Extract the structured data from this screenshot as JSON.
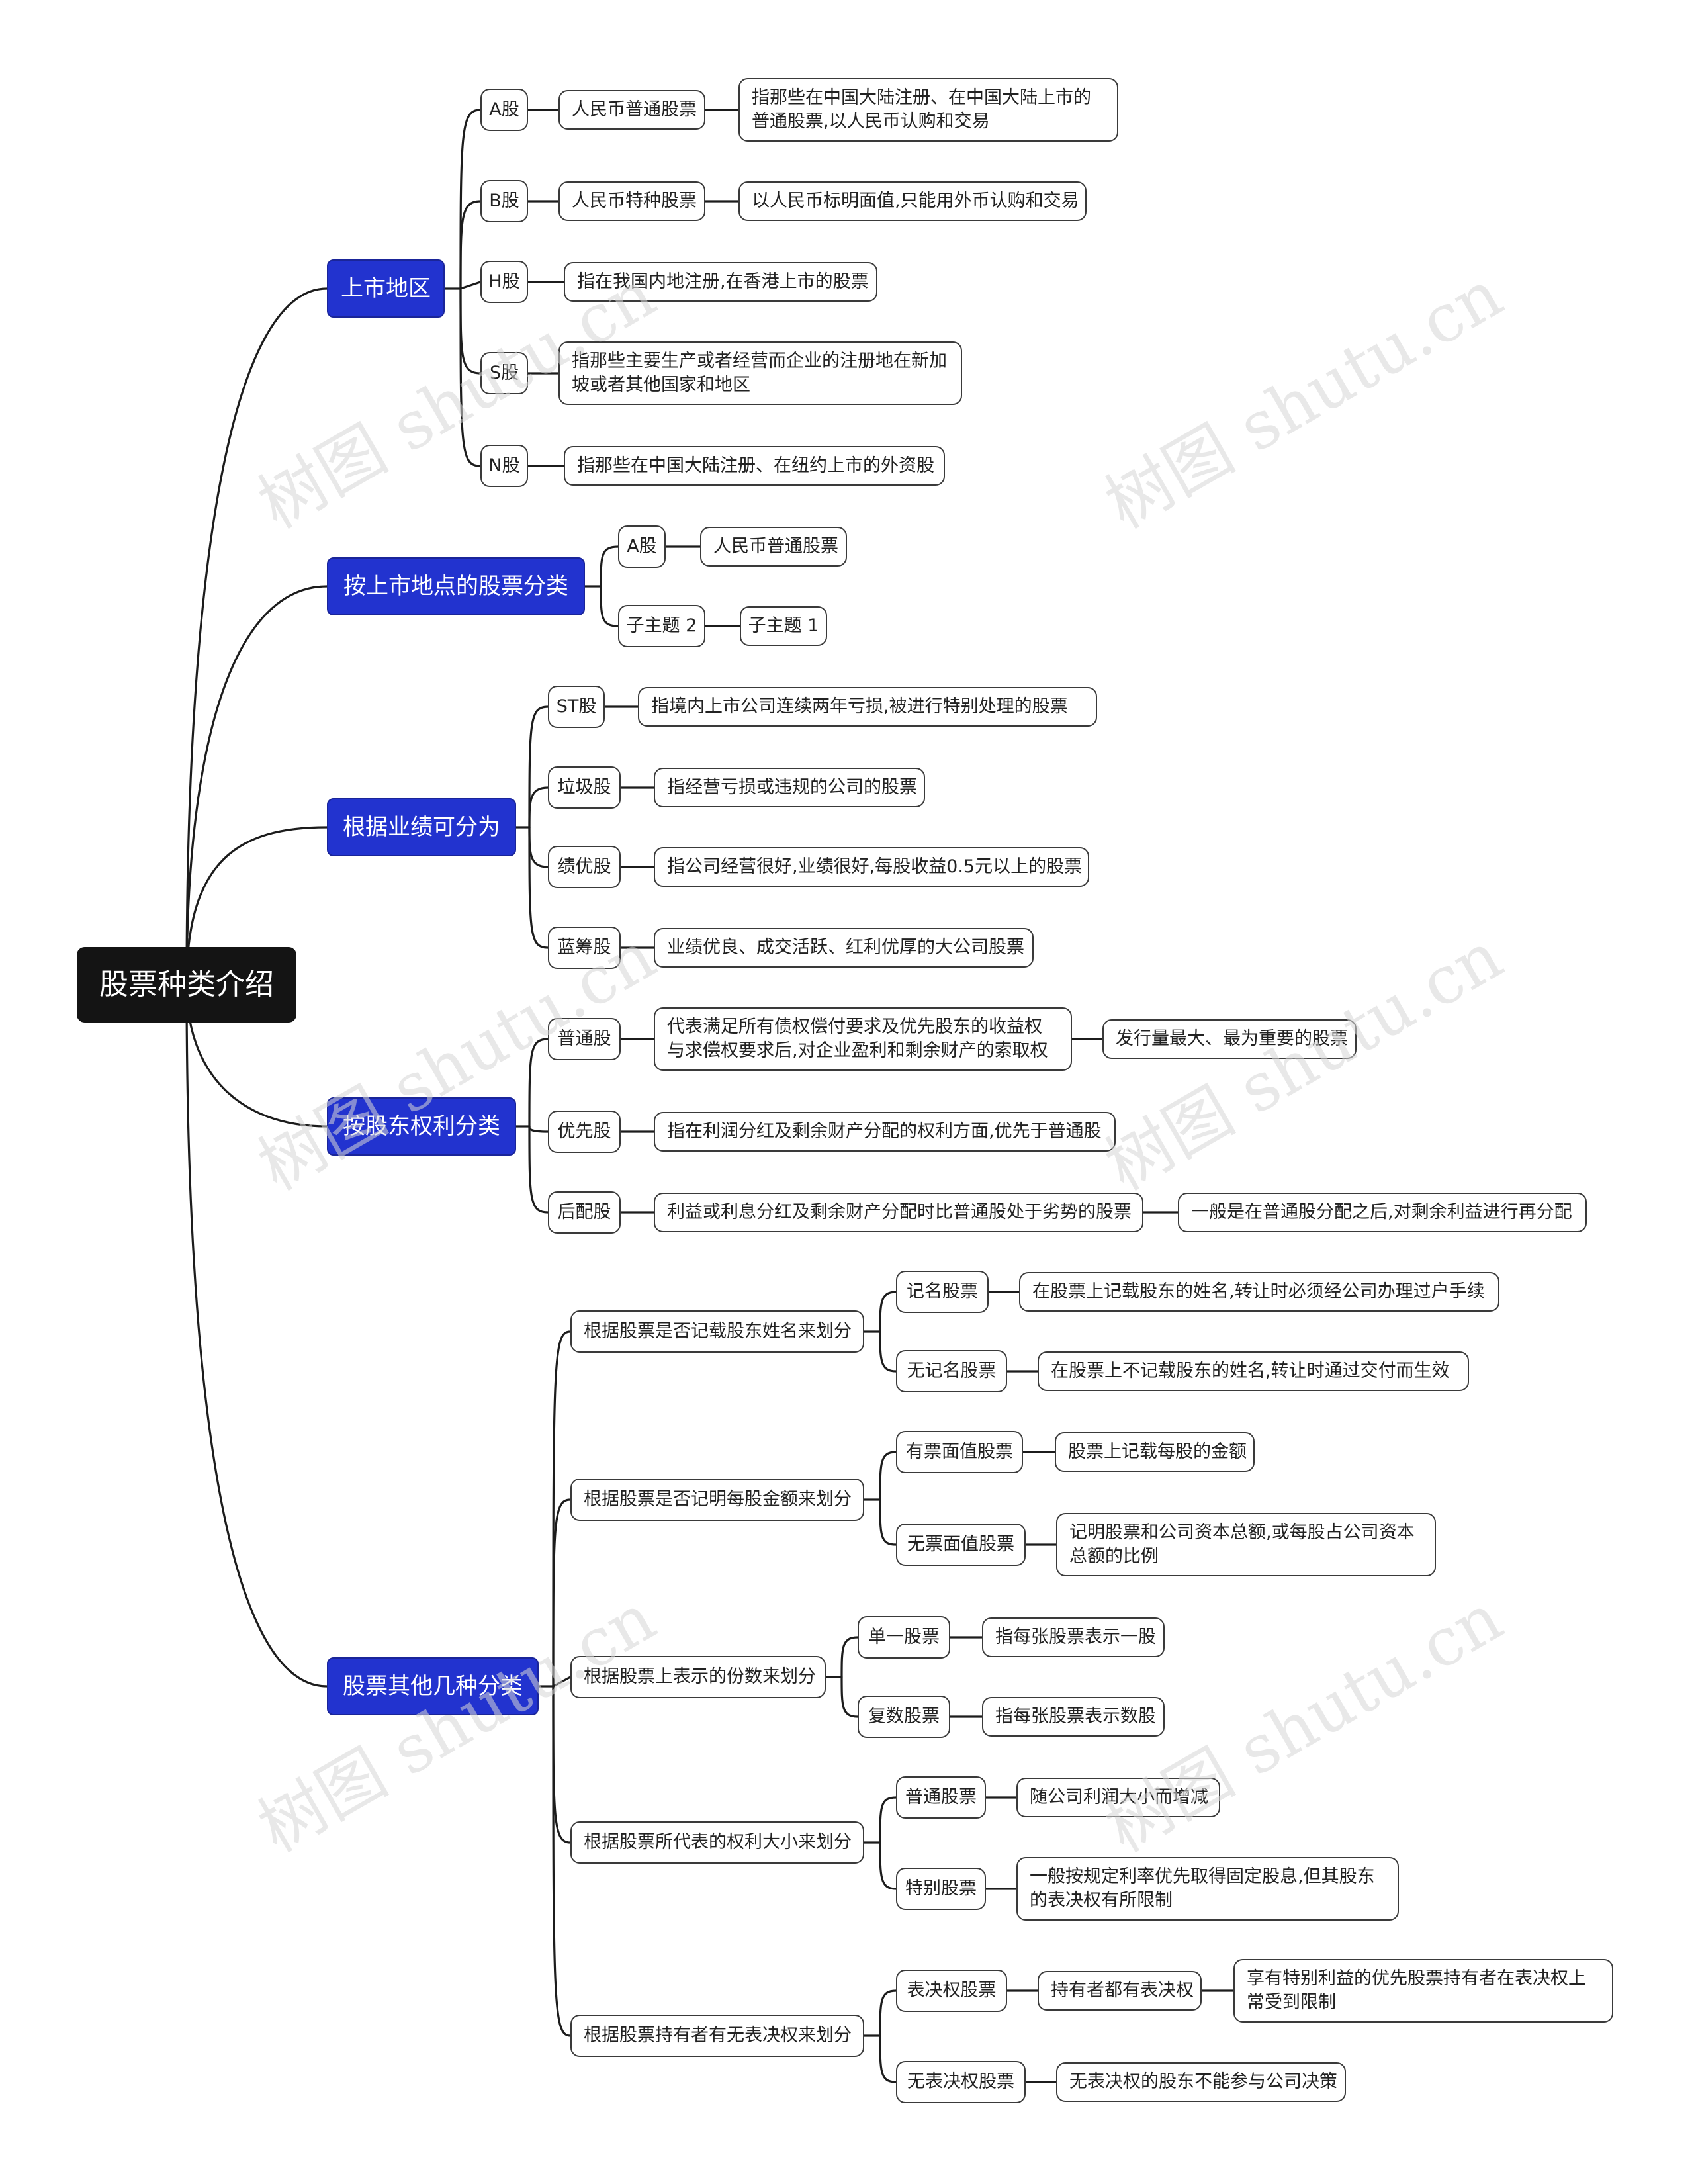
{
  "root": "股票种类介绍",
  "watermark": "树图 shutu.cn",
  "b1": {
    "label": "上市地区",
    "a": {
      "label": "A股",
      "sub": "人民币普通股票",
      "desc": "指那些在中国大陆注册、在中国大陆上市的普通股票,以人民币认购和交易"
    },
    "b": {
      "label": "B股",
      "sub": "人民币特种股票",
      "desc": "以人民币标明面值,只能用外币认购和交易"
    },
    "h": {
      "label": "H股",
      "desc": "指在我国内地注册,在香港上市的股票"
    },
    "s": {
      "label": "S股",
      "desc": "指那些主要生产或者经营而企业的注册地在新加坡或者其他国家和地区"
    },
    "n": {
      "label": "N股",
      "desc": "指那些在中国大陆注册、在纽约上市的外资股"
    }
  },
  "b2": {
    "label": "按上市地点的股票分类",
    "a": {
      "label": "A股",
      "sub": "人民币普通股票"
    },
    "t": {
      "label": "子主题 2",
      "sub": "子主题 1"
    }
  },
  "b3": {
    "label": "根据业绩可分为",
    "st": {
      "label": "ST股",
      "desc": "指境内上市公司连续两年亏损,被进行特别处理的股票"
    },
    "lj": {
      "label": "垃圾股",
      "desc": "指经营亏损或违规的公司的股票"
    },
    "jy": {
      "label": "绩优股",
      "desc": "指公司经营很好,业绩很好,每股收益0.5元以上的股票"
    },
    "lc": {
      "label": "蓝筹股",
      "desc": "业绩优良、成交活跃、红利优厚的大公司股票"
    }
  },
  "b4": {
    "label": "按股东权利分类",
    "pt": {
      "label": "普通股",
      "desc": "代表满足所有债权偿付要求及优先股东的收益权与求偿权要求后,对企业盈利和剩余财产的索取权",
      "extra": "发行量最大、最为重要的股票"
    },
    "yx": {
      "label": "优先股",
      "desc": "指在利润分红及剩余财产分配的权利方面,优先于普通股"
    },
    "hp": {
      "label": "后配股",
      "desc": "利益或利息分红及剩余财产分配时比普通股处于劣势的股票",
      "extra": "一般是在普通股分配之后,对剩余利益进行再分配"
    }
  },
  "b5": {
    "label": "股票其他几种分类",
    "g1": {
      "label": "根据股票是否记载股东姓名来划分",
      "c1": {
        "label": "记名股票",
        "desc": "在股票上记载股东的姓名,转让时必须经公司办理过户手续"
      },
      "c2": {
        "label": "无记名股票",
        "desc": "在股票上不记载股东的姓名,转让时通过交付而生效"
      }
    },
    "g2": {
      "label": "根据股票是否记明每股金额来划分",
      "c1": {
        "label": "有票面值股票",
        "desc": "股票上记载每股的金额"
      },
      "c2": {
        "label": "无票面值股票",
        "desc": "记明股票和公司资本总额,或每股占公司资本总额的比例"
      }
    },
    "g3": {
      "label": "根据股票上表示的份数来划分",
      "c1": {
        "label": "单一股票",
        "desc": "指每张股票表示一股"
      },
      "c2": {
        "label": "复数股票",
        "desc": "指每张股票表示数股"
      }
    },
    "g4": {
      "label": "根据股票所代表的权利大小来划分",
      "c1": {
        "label": "普通股票",
        "desc": "随公司利润大小而增减"
      },
      "c2": {
        "label": "特别股票",
        "desc": "一般按规定利率优先取得固定股息,但其股东的表决权有所限制"
      }
    },
    "g5": {
      "label": "根据股票持有者有无表决权来划分",
      "c1": {
        "label": "表决权股票",
        "sub": "持有者都有表决权",
        "desc": "享有特别利益的优先股票持有者在表决权上常受到限制"
      },
      "c2": {
        "label": "无表决权股票",
        "desc": "无表决权的股东不能参与公司决策"
      }
    }
  }
}
